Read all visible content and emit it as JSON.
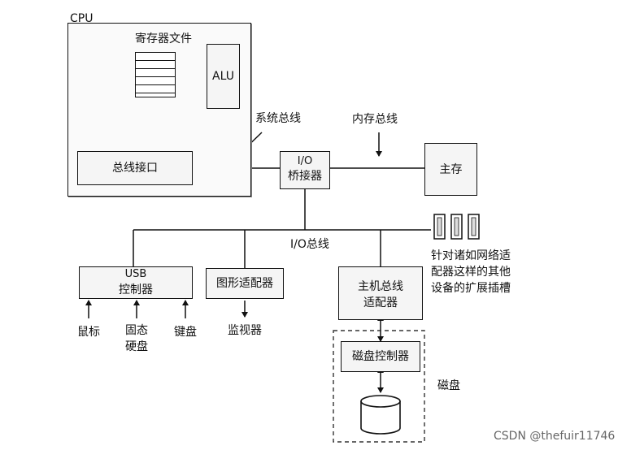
{
  "cpu": {
    "label": "CPU",
    "register_file_label": "寄存器文件",
    "alu_label": "ALU",
    "bus_interface_label": "总线接口"
  },
  "system_bus_label": "系统总线",
  "memory_bus_label": "内存总线",
  "io_bridge_label_line1": "I/O",
  "io_bridge_label_line2": "桥接器",
  "main_memory_label": "主存",
  "io_bus_label": "I/O总线",
  "expansion_note": {
    "line1": "针对诸如网络适",
    "line2": "配器这样的其他",
    "line3": "设备的扩展插槽"
  },
  "usb": {
    "line1": "USB",
    "line2": "控制器",
    "mouse_label": "鼠标",
    "ssd_line1": "固态",
    "ssd_line2": "硬盘",
    "keyboard_label": "键盘"
  },
  "graphics": {
    "label": "图形适配器",
    "monitor_label": "监视器"
  },
  "host_bus_adapter": {
    "line1": "主机总线",
    "line2": "适配器"
  },
  "disk_controller_label": "磁盘控制器",
  "disk_label": "磁盘",
  "watermark": "CSDN @thefuir11746"
}
